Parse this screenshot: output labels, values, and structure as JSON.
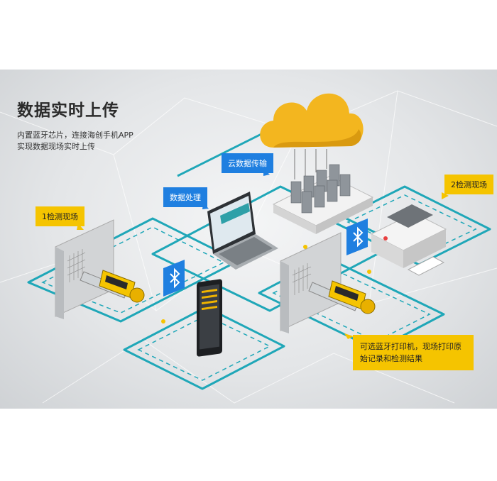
{
  "banner": {
    "title": "数据实时上传",
    "subtitle_line1": "内置蓝牙芯片，连接海创手机APP",
    "subtitle_line2": "实现数据现场实时上传"
  },
  "labels": {
    "cloud": "云数据传输",
    "processing": "数据处理",
    "site1": "1检测现场",
    "site2": "2检测现场",
    "printer": "可选蓝牙打印机，现场打印原始记录和检测结果"
  },
  "icons": [
    "cloud-icon",
    "server-icon",
    "laptop-icon",
    "phone-icon",
    "bluetooth-icon",
    "printer-icon",
    "wall-icon",
    "rebound-hammer-icon"
  ],
  "colors": {
    "accent_blue": "#1f7fe0",
    "accent_yellow": "#f5c400",
    "network_line": "#1fa7b8",
    "cloud": "#f3b61f"
  }
}
